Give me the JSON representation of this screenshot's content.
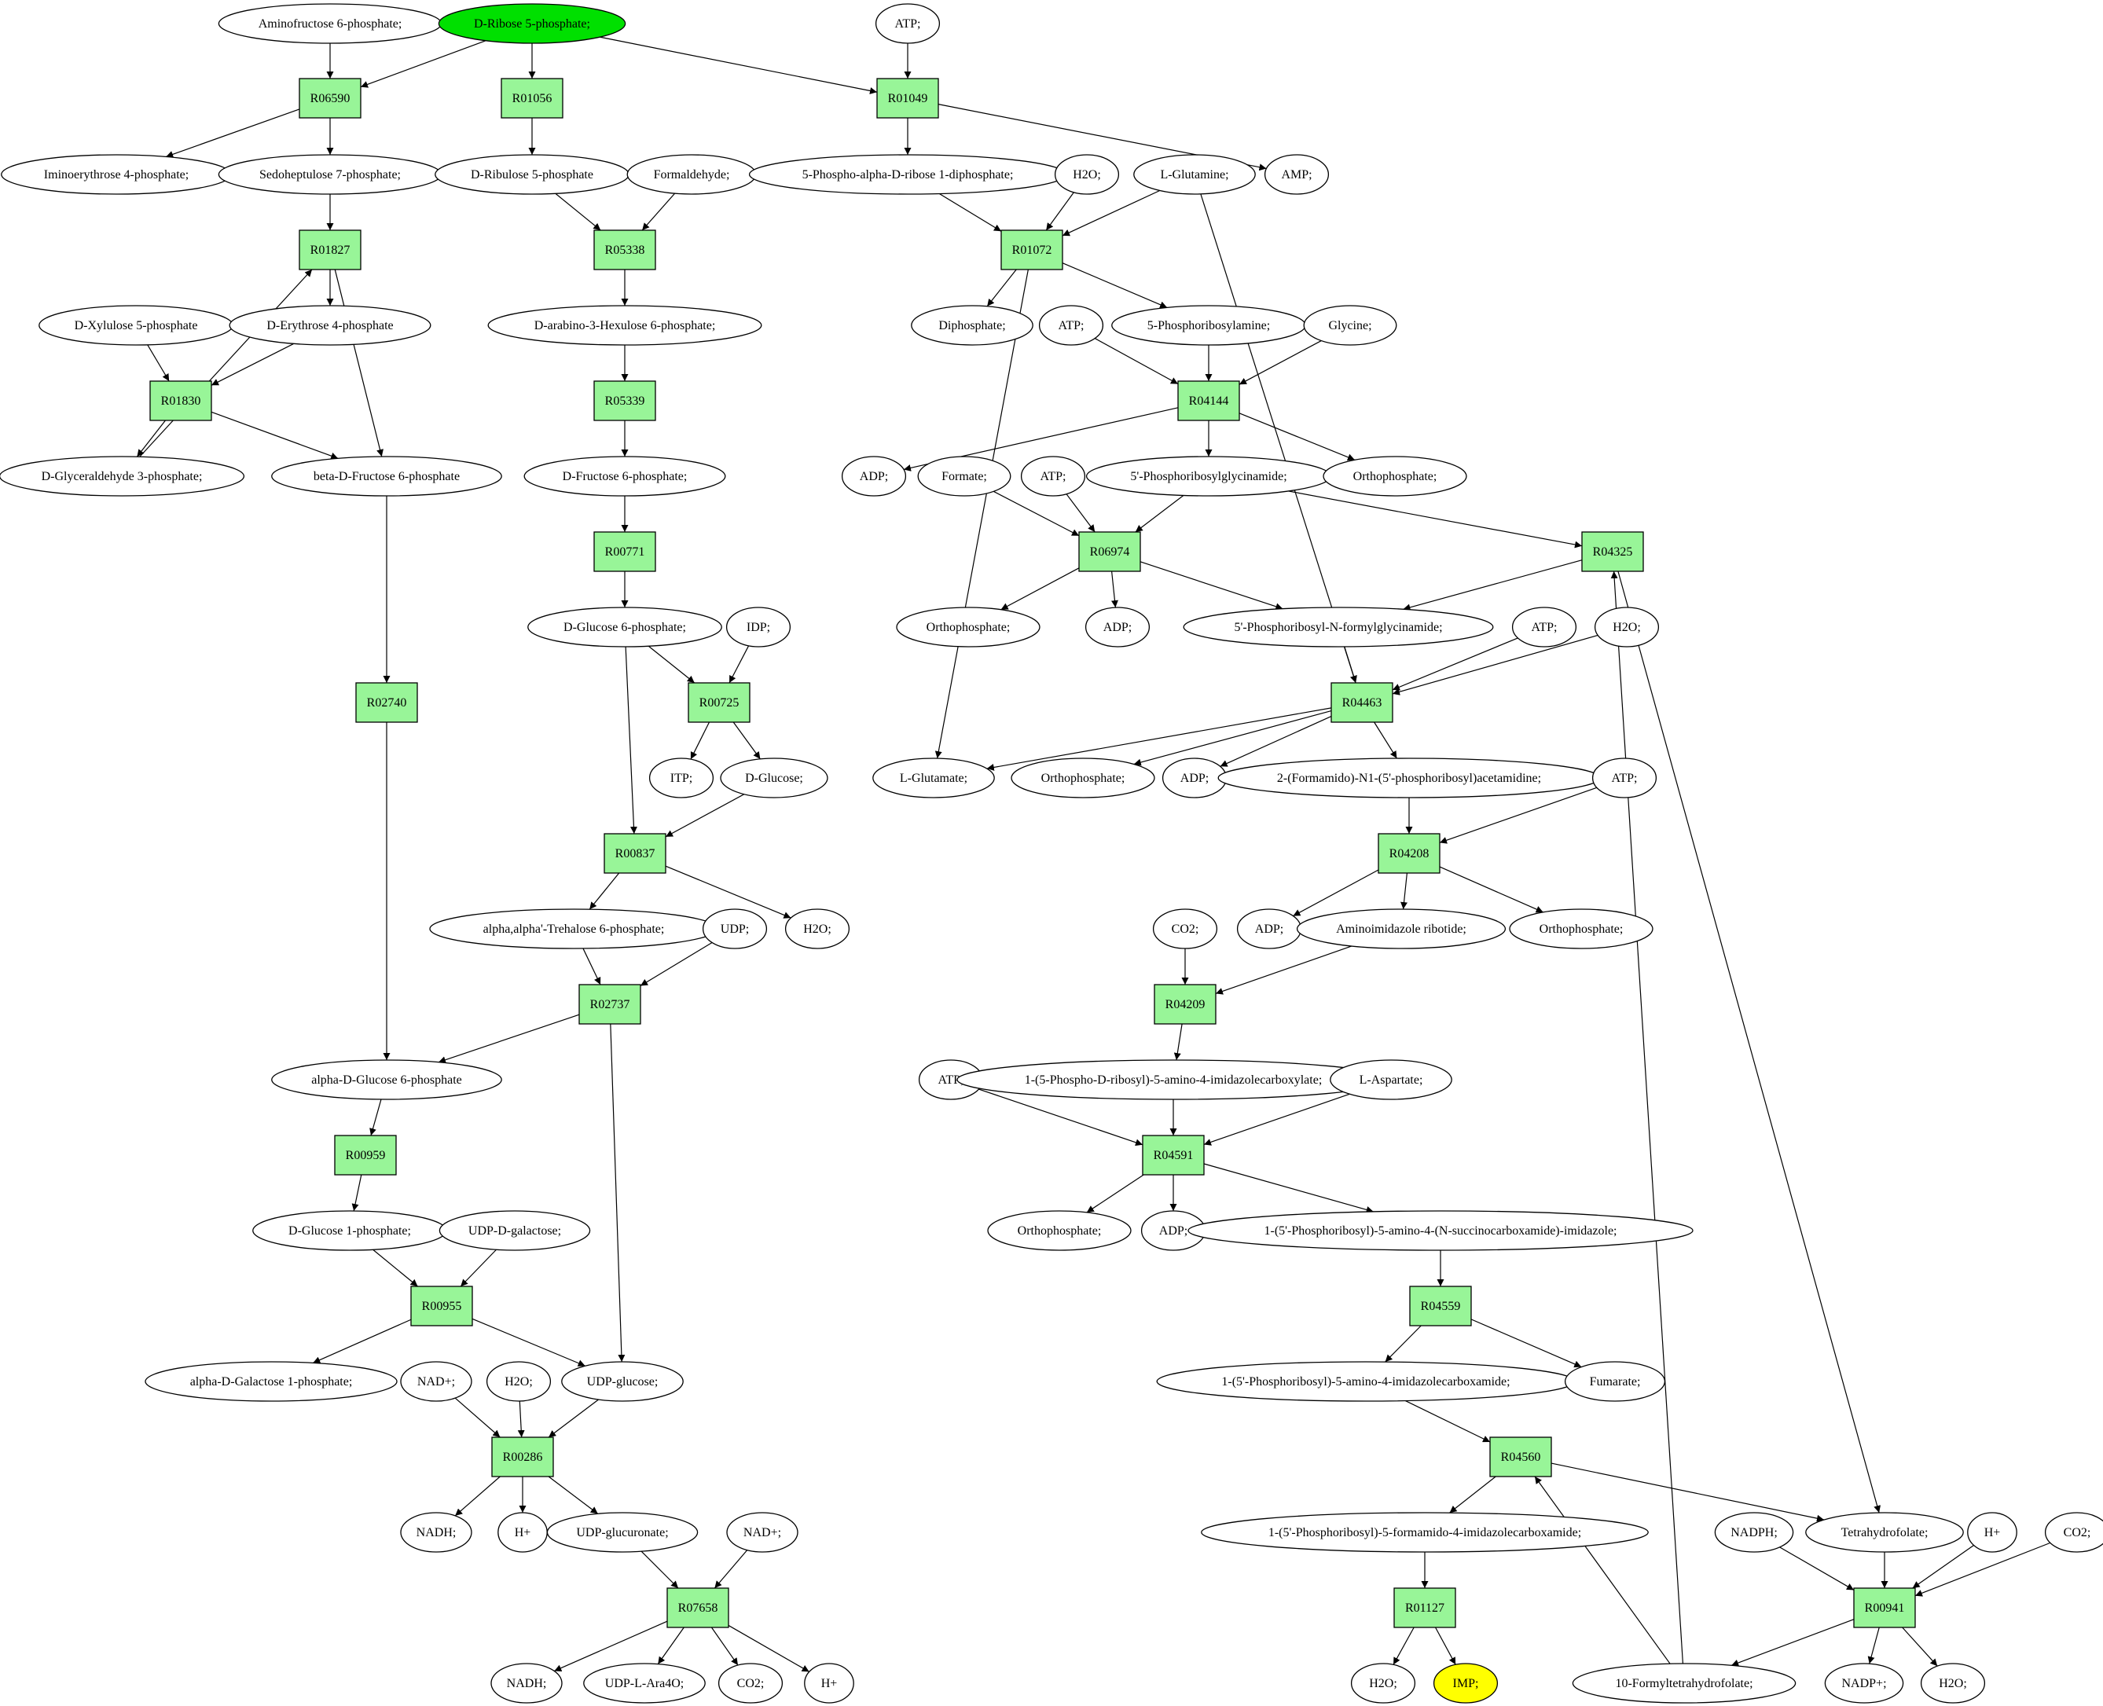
{
  "colors": {
    "reaction_fill": "#98f598",
    "start_fill": "#00e000",
    "target_fill": "#ffff00",
    "node_fill": "#ffffff",
    "stroke": "#000000"
  },
  "nodes": [
    {
      "id": "n_aminofructose6p",
      "label": "Aminofructose 6-phosphate;",
      "kind": "compound"
    },
    {
      "id": "n_ribose5p",
      "label": "D-Ribose 5-phosphate;",
      "kind": "start"
    },
    {
      "id": "n_atp_top",
      "label": "ATP;",
      "kind": "compound"
    },
    {
      "id": "R06590",
      "label": "R06590",
      "kind": "reaction"
    },
    {
      "id": "R01056",
      "label": "R01056",
      "kind": "reaction"
    },
    {
      "id": "R01049",
      "label": "R01049",
      "kind": "reaction"
    },
    {
      "id": "n_iminoerythrose4p",
      "label": "Iminoerythrose 4-phosphate;",
      "kind": "compound"
    },
    {
      "id": "n_sedoheptulose7p",
      "label": "Sedoheptulose 7-phosphate;",
      "kind": "compound"
    },
    {
      "id": "n_ribulose5p",
      "label": "D-Ribulose 5-phosphate",
      "kind": "compound"
    },
    {
      "id": "n_formaldehyde",
      "label": "Formaldehyde;",
      "kind": "compound"
    },
    {
      "id": "n_prpp",
      "label": "5-Phospho-alpha-D-ribose 1-diphosphate;",
      "kind": "compound"
    },
    {
      "id": "n_h2o_a",
      "label": "H2O;",
      "kind": "compound"
    },
    {
      "id": "n_glutamine",
      "label": "L-Glutamine;",
      "kind": "compound"
    },
    {
      "id": "n_amp",
      "label": "AMP;",
      "kind": "compound"
    },
    {
      "id": "R01827",
      "label": "R01827",
      "kind": "reaction"
    },
    {
      "id": "R05338",
      "label": "R05338",
      "kind": "reaction"
    },
    {
      "id": "R01072",
      "label": "R01072",
      "kind": "reaction"
    },
    {
      "id": "n_xylulose5p",
      "label": "D-Xylulose 5-phosphate",
      "kind": "compound"
    },
    {
      "id": "n_erythrose4p",
      "label": "D-Erythrose 4-phosphate",
      "kind": "compound"
    },
    {
      "id": "n_arabino_hex6p",
      "label": "D-arabino-3-Hexulose 6-phosphate;",
      "kind": "compound"
    },
    {
      "id": "n_diphosphate",
      "label": "Diphosphate;",
      "kind": "compound"
    },
    {
      "id": "n_atp_b",
      "label": "ATP;",
      "kind": "compound"
    },
    {
      "id": "n_phosphoribosylamine",
      "label": "5-Phosphoribosylamine;",
      "kind": "compound"
    },
    {
      "id": "n_glycine",
      "label": "Glycine;",
      "kind": "compound"
    },
    {
      "id": "R01830",
      "label": "R01830",
      "kind": "reaction"
    },
    {
      "id": "R05339",
      "label": "R05339",
      "kind": "reaction"
    },
    {
      "id": "R04144",
      "label": "R04144",
      "kind": "reaction"
    },
    {
      "id": "n_g3p",
      "label": "D-Glyceraldehyde 3-phosphate;",
      "kind": "compound"
    },
    {
      "id": "n_bfru6p",
      "label": "beta-D-Fructose 6-phosphate",
      "kind": "compound"
    },
    {
      "id": "n_fru6p",
      "label": "D-Fructose 6-phosphate;",
      "kind": "compound"
    },
    {
      "id": "n_adp_a",
      "label": "ADP;",
      "kind": "compound"
    },
    {
      "id": "n_formate",
      "label": "Formate;",
      "kind": "compound"
    },
    {
      "id": "n_atp_c",
      "label": "ATP;",
      "kind": "compound"
    },
    {
      "id": "n_gar",
      "label": "5'-Phosphoribosylglycinamide;",
      "kind": "compound"
    },
    {
      "id": "n_pi_a",
      "label": "Orthophosphate;",
      "kind": "compound"
    },
    {
      "id": "R00771",
      "label": "R00771",
      "kind": "reaction"
    },
    {
      "id": "R06974",
      "label": "R06974",
      "kind": "reaction"
    },
    {
      "id": "R04325",
      "label": "R04325",
      "kind": "reaction"
    },
    {
      "id": "n_glc6p",
      "label": "D-Glucose 6-phosphate;",
      "kind": "compound"
    },
    {
      "id": "n_idp",
      "label": "IDP;",
      "kind": "compound"
    },
    {
      "id": "n_pi_b",
      "label": "Orthophosphate;",
      "kind": "compound"
    },
    {
      "id": "n_adp_b",
      "label": "ADP;",
      "kind": "compound"
    },
    {
      "id": "n_fgar",
      "label": "5'-Phosphoribosyl-N-formylglycinamide;",
      "kind": "compound"
    },
    {
      "id": "n_atp_d",
      "label": "ATP;",
      "kind": "compound"
    },
    {
      "id": "n_h2o_b",
      "label": "H2O;",
      "kind": "compound"
    },
    {
      "id": "R02740",
      "label": "R02740",
      "kind": "reaction"
    },
    {
      "id": "R00725",
      "label": "R00725",
      "kind": "reaction"
    },
    {
      "id": "R04463",
      "label": "R04463",
      "kind": "reaction"
    },
    {
      "id": "n_itp",
      "label": "ITP;",
      "kind": "compound"
    },
    {
      "id": "n_glucose",
      "label": "D-Glucose;",
      "kind": "compound"
    },
    {
      "id": "n_glutamate",
      "label": "L-Glutamate;",
      "kind": "compound"
    },
    {
      "id": "n_pi_c",
      "label": "Orthophosphate;",
      "kind": "compound"
    },
    {
      "id": "n_adp_c",
      "label": "ADP;",
      "kind": "compound"
    },
    {
      "id": "n_fgam",
      "label": "2-(Formamido)-N1-(5'-phosphoribosyl)acetamidine;",
      "kind": "compound"
    },
    {
      "id": "n_atp_e",
      "label": "ATP;",
      "kind": "compound"
    },
    {
      "id": "R00837",
      "label": "R00837",
      "kind": "reaction"
    },
    {
      "id": "R04208",
      "label": "R04208",
      "kind": "reaction"
    },
    {
      "id": "n_trehalose6p",
      "label": "alpha,alpha'-Trehalose 6-phosphate;",
      "kind": "compound"
    },
    {
      "id": "n_udp",
      "label": "UDP;",
      "kind": "compound"
    },
    {
      "id": "n_h2o_c",
      "label": "H2O;",
      "kind": "compound"
    },
    {
      "id": "n_co2_a",
      "label": "CO2;",
      "kind": "compound"
    },
    {
      "id": "n_adp_d",
      "label": "ADP;",
      "kind": "compound"
    },
    {
      "id": "n_air",
      "label": "Aminoimidazole ribotide;",
      "kind": "compound"
    },
    {
      "id": "n_pi_d",
      "label": "Orthophosphate;",
      "kind": "compound"
    },
    {
      "id": "R02737",
      "label": "R02737",
      "kind": "reaction"
    },
    {
      "id": "R04209",
      "label": "R04209",
      "kind": "reaction"
    },
    {
      "id": "n_aglc6p",
      "label": "alpha-D-Glucose 6-phosphate",
      "kind": "compound"
    },
    {
      "id": "n_atp_f",
      "label": "ATP;",
      "kind": "compound"
    },
    {
      "id": "n_cair",
      "label": "1-(5-Phospho-D-ribosyl)-5-amino-4-imidazolecarboxylate;",
      "kind": "compound"
    },
    {
      "id": "n_aspartate",
      "label": "L-Aspartate;",
      "kind": "compound"
    },
    {
      "id": "R00959",
      "label": "R00959",
      "kind": "reaction"
    },
    {
      "id": "R04591",
      "label": "R04591",
      "kind": "reaction"
    },
    {
      "id": "n_glc1p",
      "label": "D-Glucose 1-phosphate;",
      "kind": "compound"
    },
    {
      "id": "n_udpgal",
      "label": "UDP-D-galactose;",
      "kind": "compound"
    },
    {
      "id": "n_pi_e",
      "label": "Orthophosphate;",
      "kind": "compound"
    },
    {
      "id": "n_adp_e",
      "label": "ADP;",
      "kind": "compound"
    },
    {
      "id": "n_saicar",
      "label": "1-(5'-Phosphoribosyl)-5-amino-4-(N-succinocarboxamide)-imidazole;",
      "kind": "compound"
    },
    {
      "id": "R00955",
      "label": "R00955",
      "kind": "reaction"
    },
    {
      "id": "R04559",
      "label": "R04559",
      "kind": "reaction"
    },
    {
      "id": "n_agal1p",
      "label": "alpha-D-Galactose 1-phosphate;",
      "kind": "compound"
    },
    {
      "id": "n_nad_a",
      "label": "NAD+;",
      "kind": "compound"
    },
    {
      "id": "n_h2o_d",
      "label": "H2O;",
      "kind": "compound"
    },
    {
      "id": "n_udpglucose",
      "label": "UDP-glucose;",
      "kind": "compound"
    },
    {
      "id": "n_aicar",
      "label": "1-(5'-Phosphoribosyl)-5-amino-4-imidazolecarboxamide;",
      "kind": "compound"
    },
    {
      "id": "n_fumarate",
      "label": "Fumarate;",
      "kind": "compound"
    },
    {
      "id": "R00286",
      "label": "R00286",
      "kind": "reaction"
    },
    {
      "id": "R04560",
      "label": "R04560",
      "kind": "reaction"
    },
    {
      "id": "n_nadh_a",
      "label": "NADH;",
      "kind": "compound"
    },
    {
      "id": "n_hplus_a",
      "label": "H+",
      "kind": "compound"
    },
    {
      "id": "n_udpglucuronate",
      "label": "UDP-glucuronate;",
      "kind": "compound"
    },
    {
      "id": "n_nad_b",
      "label": "NAD+;",
      "kind": "compound"
    },
    {
      "id": "n_faicar",
      "label": "1-(5'-Phosphoribosyl)-5-formamido-4-imidazolecarboxamide;",
      "kind": "compound"
    },
    {
      "id": "n_nadph",
      "label": "NADPH;",
      "kind": "compound"
    },
    {
      "id": "n_thf",
      "label": "Tetrahydrofolate;",
      "kind": "compound"
    },
    {
      "id": "n_hplus_b",
      "label": "H+",
      "kind": "compound"
    },
    {
      "id": "n_co2_b",
      "label": "CO2;",
      "kind": "compound"
    },
    {
      "id": "R07658",
      "label": "R07658",
      "kind": "reaction"
    },
    {
      "id": "R01127",
      "label": "R01127",
      "kind": "reaction"
    },
    {
      "id": "R00941",
      "label": "R00941",
      "kind": "reaction"
    },
    {
      "id": "n_nadh_b",
      "label": "NADH;",
      "kind": "compound"
    },
    {
      "id": "n_udpara",
      "label": "UDP-L-Ara4O;",
      "kind": "compound"
    },
    {
      "id": "n_co2_c",
      "label": "CO2;",
      "kind": "compound"
    },
    {
      "id": "n_hplus_c",
      "label": "H+",
      "kind": "compound"
    },
    {
      "id": "n_h2o_e",
      "label": "H2O;",
      "kind": "compound"
    },
    {
      "id": "n_imp",
      "label": "IMP;",
      "kind": "target"
    },
    {
      "id": "n_formylthf",
      "label": "10-Formyltetrahydrofolate;",
      "kind": "compound"
    },
    {
      "id": "n_nadp",
      "label": "NADP+;",
      "kind": "compound"
    },
    {
      "id": "n_h2o_f",
      "label": "H2O;",
      "kind": "compound"
    }
  ],
  "edges": [
    [
      "n_aminofructose6p",
      "R06590"
    ],
    [
      "n_ribose5p",
      "R06590"
    ],
    [
      "n_ribose5p",
      "R01056"
    ],
    [
      "n_ribose5p",
      "R01049"
    ],
    [
      "n_atp_top",
      "R01049"
    ],
    [
      "R06590",
      "n_iminoerythrose4p"
    ],
    [
      "R06590",
      "n_sedoheptulose7p"
    ],
    [
      "R01056",
      "n_ribulose5p"
    ],
    [
      "R01049",
      "n_prpp"
    ],
    [
      "R01049",
      "n_amp"
    ],
    [
      "n_sedoheptulose7p",
      "R01827"
    ],
    [
      "n_ribulose5p",
      "R05338"
    ],
    [
      "n_formaldehyde",
      "R05338"
    ],
    [
      "n_prpp",
      "R01072"
    ],
    [
      "n_h2o_a",
      "R01072"
    ],
    [
      "n_glutamine",
      "R01072"
    ],
    [
      "n_glutamine",
      "R04463"
    ],
    [
      "R01827",
      "n_erythrose4p"
    ],
    [
      "R01827",
      "n_bfru6p"
    ],
    [
      "n_g3p",
      "R01827"
    ],
    [
      "n_xylulose5p",
      "R01830"
    ],
    [
      "n_erythrose4p",
      "R01830"
    ],
    [
      "R01830",
      "n_g3p"
    ],
    [
      "R01830",
      "n_bfru6p"
    ],
    [
      "R05338",
      "n_arabino_hex6p"
    ],
    [
      "n_arabino_hex6p",
      "R05339"
    ],
    [
      "R05339",
      "n_fru6p"
    ],
    [
      "R01072",
      "n_diphosphate"
    ],
    [
      "R01072",
      "n_phosphoribosylamine"
    ],
    [
      "R01072",
      "n_glutamate"
    ],
    [
      "n_atp_b",
      "R04144"
    ],
    [
      "n_phosphoribosylamine",
      "R04144"
    ],
    [
      "n_glycine",
      "R04144"
    ],
    [
      "R04144",
      "n_adp_a"
    ],
    [
      "R04144",
      "n_gar"
    ],
    [
      "R04144",
      "n_pi_a"
    ],
    [
      "n_fru6p",
      "R00771"
    ],
    [
      "R00771",
      "n_glc6p"
    ],
    [
      "n_formate",
      "R06974"
    ],
    [
      "n_atp_c",
      "R06974"
    ],
    [
      "n_gar",
      "R06974"
    ],
    [
      "n_gar",
      "R04325"
    ],
    [
      "R06974",
      "n_pi_b"
    ],
    [
      "R06974",
      "n_adp_b"
    ],
    [
      "R06974",
      "n_fgar"
    ],
    [
      "R04325",
      "n_fgar"
    ],
    [
      "R04325",
      "n_thf"
    ],
    [
      "n_formylthf",
      "R04325"
    ],
    [
      "n_bfru6p",
      "R02740"
    ],
    [
      "R02740",
      "n_aglc6p"
    ],
    [
      "n_glc6p",
      "R00725"
    ],
    [
      "n_idp",
      "R00725"
    ],
    [
      "n_glc6p",
      "R00837"
    ],
    [
      "R00725",
      "n_itp"
    ],
    [
      "R00725",
      "n_glucose"
    ],
    [
      "n_glucose",
      "R00837"
    ],
    [
      "n_fgar",
      "R04463"
    ],
    [
      "n_atp_d",
      "R04463"
    ],
    [
      "n_h2o_b",
      "R04463"
    ],
    [
      "R04463",
      "n_glutamate"
    ],
    [
      "R04463",
      "n_pi_c"
    ],
    [
      "R04463",
      "n_adp_c"
    ],
    [
      "R04463",
      "n_fgam"
    ],
    [
      "n_fgam",
      "R04208"
    ],
    [
      "n_atp_e",
      "R04208"
    ],
    [
      "R04208",
      "n_adp_d"
    ],
    [
      "R04208",
      "n_air"
    ],
    [
      "R04208",
      "n_pi_d"
    ],
    [
      "R00837",
      "n_trehalose6p"
    ],
    [
      "R00837",
      "n_h2o_c"
    ],
    [
      "n_trehalose6p",
      "R02737"
    ],
    [
      "n_udp",
      "R02737"
    ],
    [
      "R02737",
      "n_aglc6p"
    ],
    [
      "R02737",
      "n_udpglucose"
    ],
    [
      "n_co2_a",
      "R04209"
    ],
    [
      "n_air",
      "R04209"
    ],
    [
      "R04209",
      "n_cair"
    ],
    [
      "n_aglc6p",
      "R00959"
    ],
    [
      "R00959",
      "n_glc1p"
    ],
    [
      "n_atp_f",
      "R04591"
    ],
    [
      "n_cair",
      "R04591"
    ],
    [
      "n_aspartate",
      "R04591"
    ],
    [
      "R04591",
      "n_pi_e"
    ],
    [
      "R04591",
      "n_adp_e"
    ],
    [
      "R04591",
      "n_saicar"
    ],
    [
      "n_glc1p",
      "R00955"
    ],
    [
      "n_udpgal",
      "R00955"
    ],
    [
      "R00955",
      "n_agal1p"
    ],
    [
      "R00955",
      "n_udpglucose"
    ],
    [
      "n_saicar",
      "R04559"
    ],
    [
      "R04559",
      "n_aicar"
    ],
    [
      "R04559",
      "n_fumarate"
    ],
    [
      "n_nad_a",
      "R00286"
    ],
    [
      "n_h2o_d",
      "R00286"
    ],
    [
      "n_udpglucose",
      "R00286"
    ],
    [
      "R00286",
      "n_nadh_a"
    ],
    [
      "R00286",
      "n_hplus_a"
    ],
    [
      "R00286",
      "n_udpglucuronate"
    ],
    [
      "n_aicar",
      "R04560"
    ],
    [
      "n_formylthf",
      "R04560"
    ],
    [
      "R04560",
      "n_faicar"
    ],
    [
      "R04560",
      "n_thf"
    ],
    [
      "n_udpglucuronate",
      "R07658"
    ],
    [
      "n_nad_b",
      "R07658"
    ],
    [
      "n_faicar",
      "R01127"
    ],
    [
      "n_nadph",
      "R00941"
    ],
    [
      "n_thf",
      "R00941"
    ],
    [
      "n_hplus_b",
      "R00941"
    ],
    [
      "n_co2_b",
      "R00941"
    ],
    [
      "R07658",
      "n_nadh_b"
    ],
    [
      "R07658",
      "n_udpara"
    ],
    [
      "R07658",
      "n_co2_c"
    ],
    [
      "R07658",
      "n_hplus_c"
    ],
    [
      "R01127",
      "n_h2o_e"
    ],
    [
      "R01127",
      "n_imp"
    ],
    [
      "R00941",
      "n_formylthf"
    ],
    [
      "R00941",
      "n_nadp"
    ],
    [
      "R00941",
      "n_h2o_f"
    ]
  ]
}
